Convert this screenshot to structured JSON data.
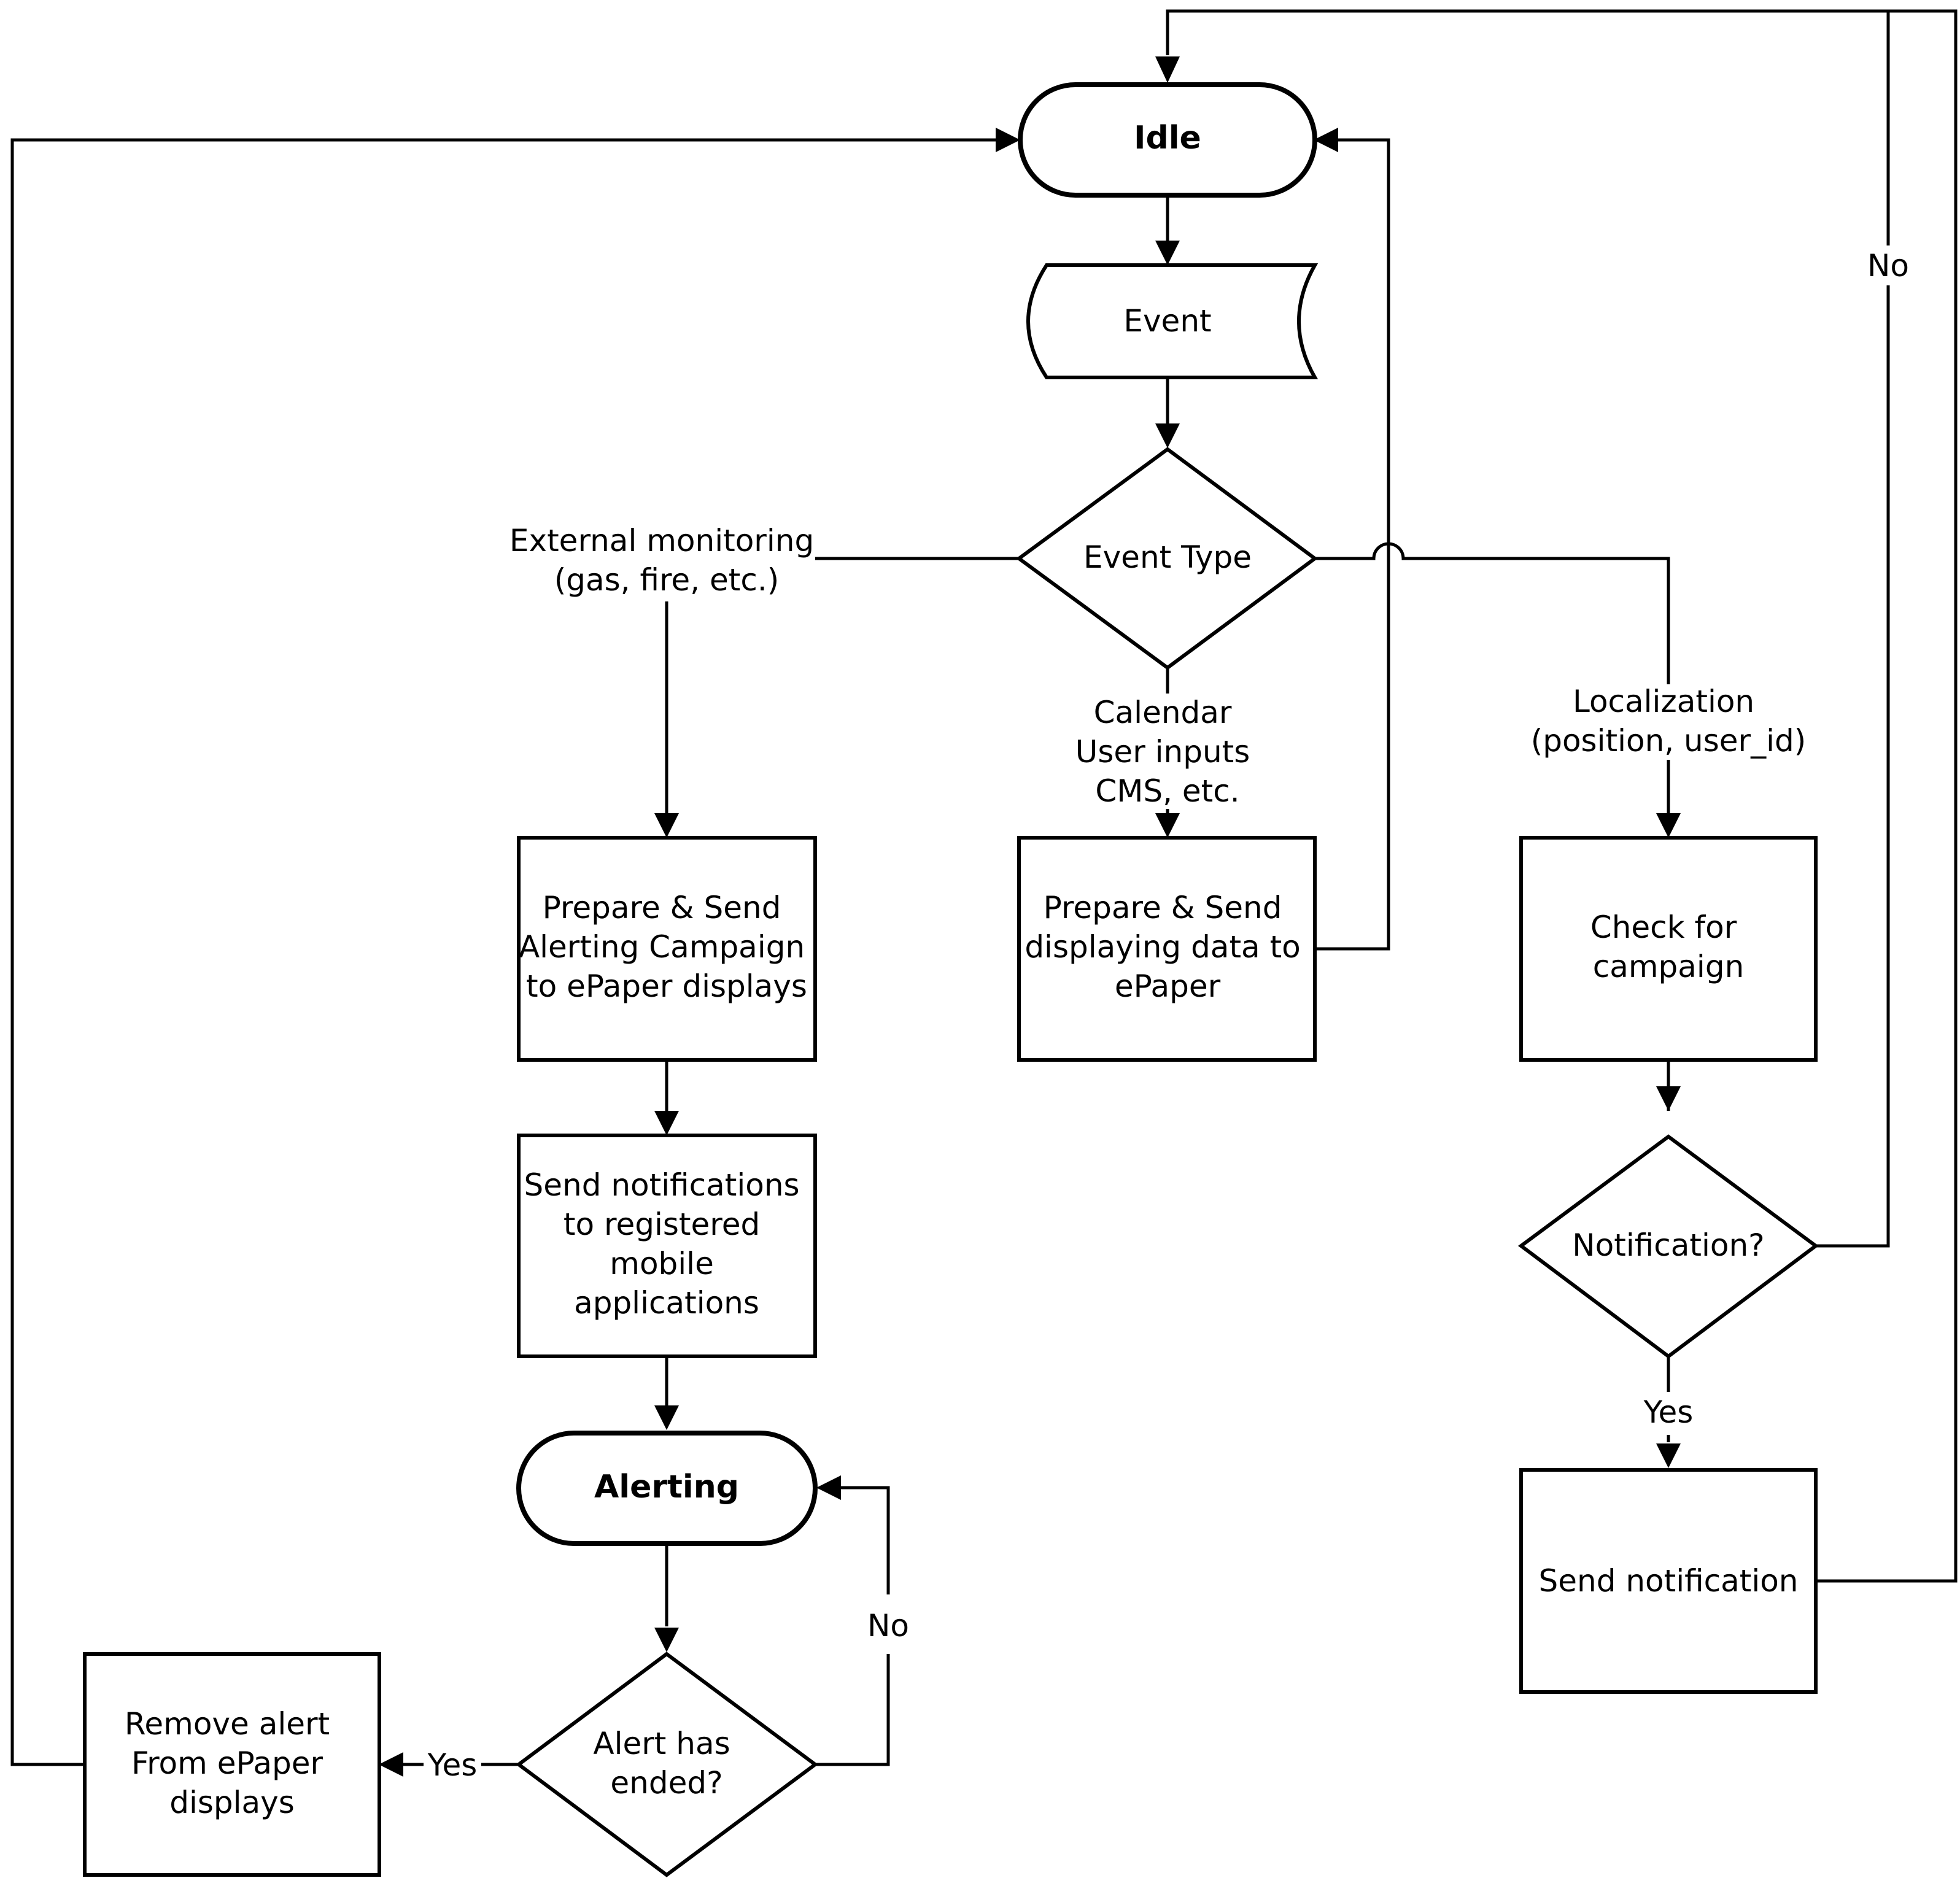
{
  "nodes": {
    "idle": {
      "lines": [
        "Idle"
      ]
    },
    "event": {
      "lines": [
        "Event"
      ]
    },
    "event_type": {
      "lines": [
        "Event Type"
      ]
    },
    "prepare_alert": {
      "lines": [
        "Prepare & Send",
        "Alerting Campaign",
        "to ePaper displays"
      ]
    },
    "prepare_data": {
      "lines": [
        "Prepare & Send",
        "displaying data to",
        "ePaper"
      ]
    },
    "check_campaign": {
      "lines": [
        "Check for",
        "campaign"
      ]
    },
    "send_notifications": {
      "lines": [
        "Send notifications",
        "to registered",
        "mobile",
        "applications"
      ]
    },
    "notification_q": {
      "lines": [
        "Notification?"
      ]
    },
    "alerting": {
      "lines": [
        "Alerting"
      ]
    },
    "send_notification": {
      "lines": [
        "Send notification"
      ]
    },
    "alert_ended": {
      "lines": [
        "Alert has",
        "ended?"
      ]
    },
    "remove_alert": {
      "lines": [
        "Remove alert",
        "From ePaper",
        "displays"
      ]
    }
  },
  "edge_labels": {
    "external": [
      "External monitoring",
      "(gas, fire, etc.)"
    ],
    "calendar": [
      "Calendar",
      "User inputs",
      "CMS, etc."
    ],
    "localization": [
      "Localization",
      "(position, user_id)"
    ],
    "notif_no": [
      "No"
    ],
    "notif_yes": [
      "Yes"
    ],
    "alert_no": [
      "No"
    ],
    "alert_yes": [
      "Yes"
    ]
  }
}
